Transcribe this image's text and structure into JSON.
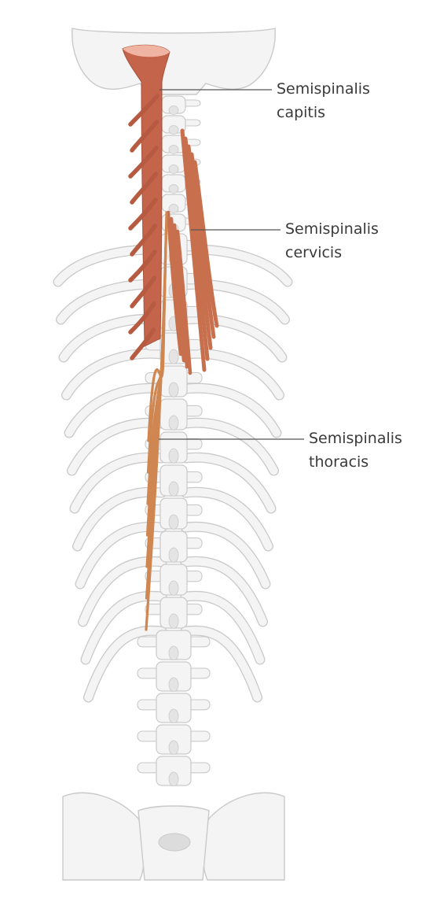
{
  "labels": {
    "capitis": {
      "line1": "Semispinalis",
      "line2": "capitis"
    },
    "cervicis": {
      "line1": "Semispinalis",
      "line2": "cervicis"
    },
    "thoracis": {
      "line1": "Semispinalis",
      "line2": "thoracis"
    }
  },
  "colors": {
    "bone_fill": "#f4f4f4",
    "bone_stroke": "#c9c9c9",
    "muscle_capitis": "#c4644a",
    "muscle_cervicis": "#c8704e",
    "muscle_thoracis": "#cf8650",
    "tendon": "#f0b4a2",
    "leader_line": "#555555",
    "label_text": "#3a3a3a"
  }
}
